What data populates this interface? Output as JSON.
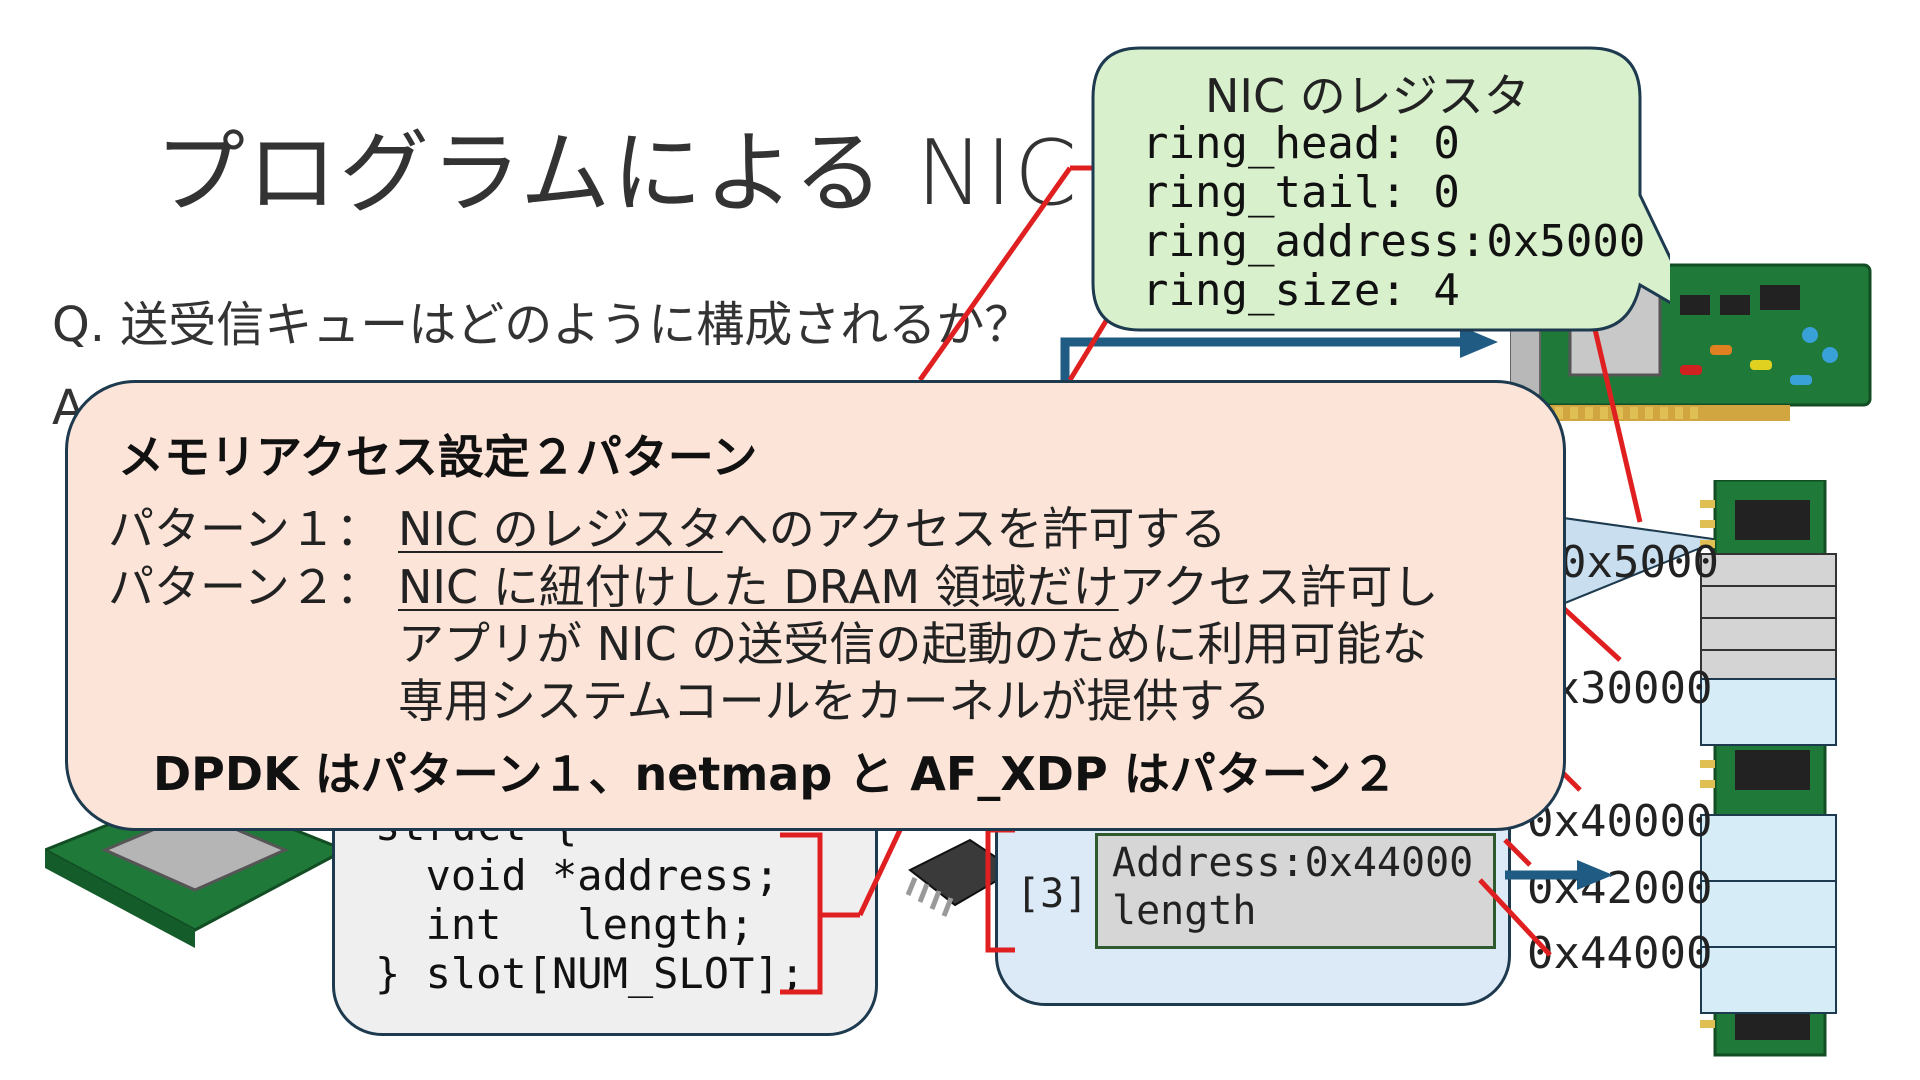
{
  "slide": {
    "title": "プログラムによる NIC の",
    "question": "Q. 送受信キューはどのように構成されるか？",
    "answer_prefix": "A"
  },
  "register_box": {
    "title": "NIC のレジスタ",
    "lines": [
      "ring_head: 0",
      "ring_tail: 0",
      "ring_address:0x5000",
      "ring_size: 4"
    ]
  },
  "code_box": {
    "lines": [
      "struct {",
      "  void *address;",
      "  int   length;",
      "} slot[NUM_SLOT];"
    ]
  },
  "ring_slot": {
    "index": "[3]",
    "address_line": "Address:0x44000",
    "length_line": "length"
  },
  "memory_addresses": [
    "0x5000",
    "0x30000",
    "0x40000",
    "0x42000",
    "0x44000"
  ],
  "panel": {
    "heading": "メモリアクセス設定２パターン",
    "pattern1": {
      "label": "パターン１：",
      "underlined": "NIC のレジスタ",
      "rest": "へのアクセスを許可する"
    },
    "pattern2": {
      "label": "パターン２：",
      "underlined": "NIC に紐付けした DRAM 領域だけ",
      "rest": "アクセス許可し",
      "line2": "アプリが NIC の送受信の起動のために利用可能な",
      "line3": "専用システムコールをカーネルが提供する"
    },
    "conclusion": "DPDK はパターン１、netmap と AF_XDP はパターン２"
  },
  "colors": {
    "panel_bg": "#fce4d8",
    "register_bg": "#d8f0cc",
    "ring_bg": "#dce9f6",
    "code_bg": "#efefef",
    "outline": "#1d3a4f",
    "connector_red": "#e02020",
    "arrow_blue": "#1f5b82"
  }
}
